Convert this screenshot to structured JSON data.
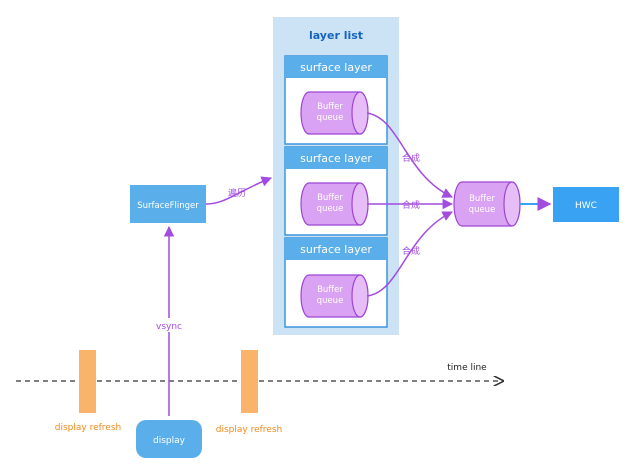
{
  "layer_list": {
    "title": "layer list",
    "layers": [
      {
        "title": "surface layer",
        "buffer": [
          "Buffer",
          "queue"
        ]
      },
      {
        "title": "surface layer",
        "buffer": [
          "Buffer",
          "queue"
        ]
      },
      {
        "title": "surface layer",
        "buffer": [
          "Buffer",
          "queue"
        ]
      }
    ]
  },
  "surfaceflinger": {
    "label": "SurfaceFlinger"
  },
  "traverse_label": "遍历",
  "compose_label": "合成",
  "merged_buffer": [
    "Buffer",
    "queue"
  ],
  "hwc": {
    "label": "HWC"
  },
  "vsync_label": "vsync",
  "timeline": {
    "label": "time line",
    "refresh_labels": [
      "display refresh",
      "display refresh"
    ]
  },
  "display": {
    "label": "display"
  },
  "colors": {
    "panel": "#cce3f5",
    "node_blue": "#5aaeea",
    "layer_border": "#3d95dd",
    "buffer_fill": "#d9a2f2",
    "buffer_stroke": "#9d45d6",
    "purple_edge": "#a24ce0",
    "refresh_bar": "#f9b36a",
    "refresh_text": "#f08a1c",
    "hwc": "#3aa2f2"
  }
}
